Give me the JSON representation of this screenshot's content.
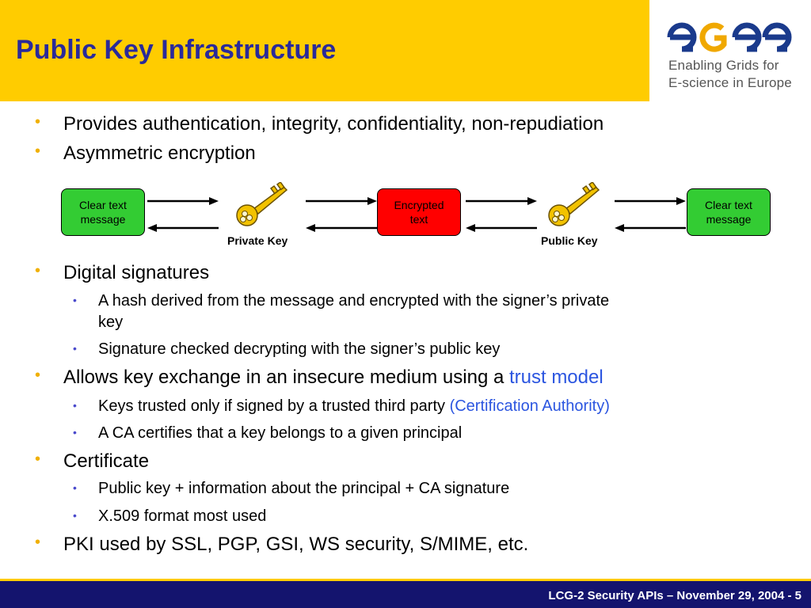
{
  "slide": {
    "title": "Public Key Infrastructure"
  },
  "logo": {
    "line1": "Enabling Grids for",
    "line2": "E-science in Europe"
  },
  "bullets": {
    "b1": "Provides authentication, integrity, confidentiality, non-repudiation",
    "b2": "Asymmetric encryption",
    "b3": "Digital signatures",
    "b3_1a": "A hash derived from the message and encrypted with the signer’s private",
    "b3_1b": "key",
    "b3_2": "Signature checked decrypting with the signer’s public key",
    "b4_pre": "Allows key exchange in an insecure medium using a ",
    "b4_link": "trust model",
    "b4_1_pre": "Keys trusted only if signed by a trusted third party ",
    "b4_1_link": "(Certification Authority)",
    "b4_2": "A CA certifies that a key belongs to a given principal",
    "b5": "Certificate",
    "b5_1": "Public key + information about the principal + CA signature",
    "b5_2": "X.509 format most used",
    "b6": "PKI used by SSL, PGP, GSI, WS security, S/MIME, etc."
  },
  "diagram": {
    "box_left_l1": "Clear text",
    "box_left_l2": "message",
    "box_mid_l1": "Encrypted",
    "box_mid_l2": "text",
    "box_right_l1": "Clear text",
    "box_right_l2": "message",
    "private_key_label": "Private Key",
    "public_key_label": "Public Key"
  },
  "footer": {
    "text": "LCG-2 Security APIs – November 29, 2004  - 5"
  },
  "colors": {
    "header": "#ffcc00",
    "title": "#2a2a9a",
    "footer": "#14146e",
    "box_green": "#33cc33",
    "box_red": "#ff0000",
    "link_blue": "#2b55e0"
  }
}
